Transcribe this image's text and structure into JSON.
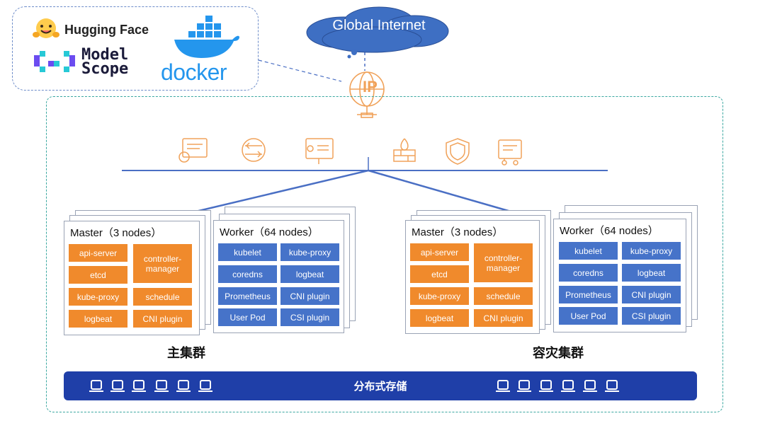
{
  "logos": {
    "hugging_face": "Hugging Face",
    "modelscope_line1": "Model",
    "modelscope_line2": "Scope",
    "docker": "docker"
  },
  "internet": {
    "label": "Global Internet",
    "ip_label": "IP"
  },
  "services_icons": [
    "config-icon",
    "dns-icon",
    "monitor-icon",
    "firewall-icon",
    "shield-icon",
    "network-icon"
  ],
  "clusters": [
    {
      "name": "主集群",
      "master": {
        "title": "Master（3 nodes）",
        "left": [
          "api-server",
          "etcd",
          "kube-proxy",
          "logbeat"
        ],
        "right_tall": "controller-\nmanager",
        "right": [
          "schedule",
          "CNI plugin"
        ]
      },
      "worker": {
        "title": "Worker（64 nodes）",
        "left": [
          "kubelet",
          "coredns",
          "Prometheus",
          "User Pod"
        ],
        "right": [
          "kube-proxy",
          "logbeat",
          "CNI plugin",
          "CSI plugin"
        ]
      }
    },
    {
      "name": "容灾集群",
      "master": {
        "title": "Master（3 nodes）",
        "left": [
          "api-server",
          "etcd",
          "kube-proxy",
          "logbeat"
        ],
        "right_tall": "controller-\nmanager",
        "right": [
          "schedule",
          "CNI plugin"
        ]
      },
      "worker": {
        "title": "Worker（64 nodes）",
        "left": [
          "kubelet",
          "coredns",
          "Prometheus",
          "User Pod"
        ],
        "right": [
          "kube-proxy",
          "logbeat",
          "CNI plugin",
          "CSI plugin"
        ]
      }
    }
  ],
  "storage": {
    "label": "分布式存储"
  },
  "colors": {
    "master_chip": "#f08a2c",
    "worker_chip": "#4673c9",
    "storage_bar": "#1f3fa8",
    "line": "#4a6fc4",
    "ip_icon": "#f0a25a",
    "cloud": "#3e6fc3"
  }
}
